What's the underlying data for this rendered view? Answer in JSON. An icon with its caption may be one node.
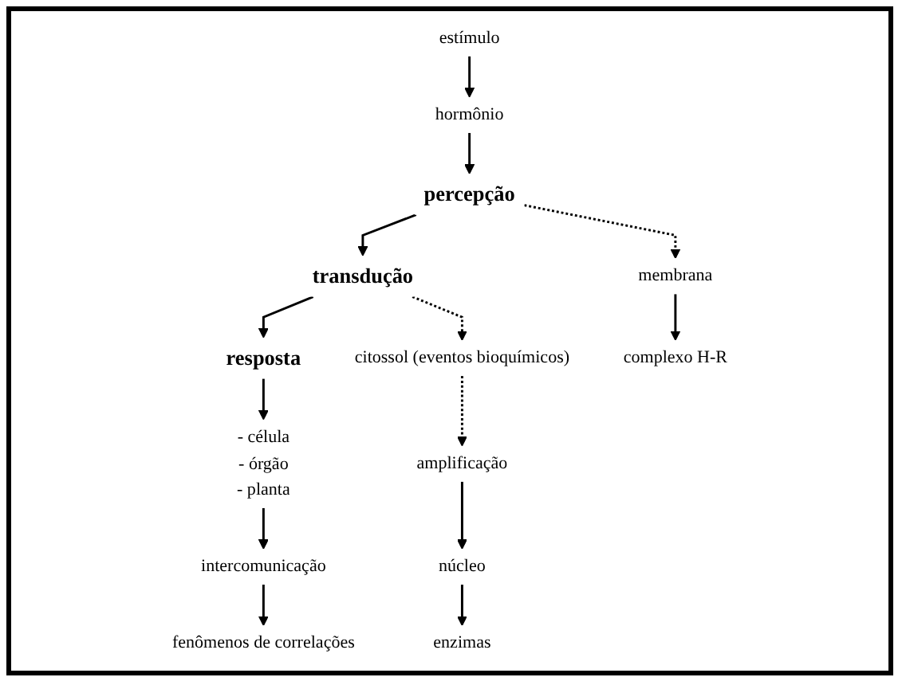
{
  "diagram": {
    "nodes": [
      {
        "text": [
          "hormônio"
        ]
      },
      {
        "text": [
          "estímulo"
        ]
      },
      {
        "text": [
          "percepção"
        ]
      },
      {
        "text": [
          "transdução"
        ]
      },
      {
        "text": [
          "resposta"
        ]
      },
      {
        "text": [
          "membrana"
        ]
      },
      {
        "text": [
          "citossol (eventos bioquímicos)"
        ]
      },
      {
        "text": [
          "- célula",
          "- órgão",
          "- planta"
        ]
      },
      {
        "text": [
          "amplificação"
        ]
      },
      {
        "text": [
          "complexo H-R"
        ]
      },
      {
        "text": [
          "núcleo"
        ]
      },
      {
        "text": [
          "intercomunicação"
        ]
      },
      {
        "text": [
          "enzimas"
        ]
      },
      {
        "text": [
          "fenômenos de correlações"
        ]
      }
    ],
    "edges": [
      {
        "from": 1,
        "to": 0,
        "arrow": "to"
      },
      {
        "from": 0,
        "to": 2,
        "arrow": "to"
      },
      {
        "from": 2,
        "to": 3,
        "arrow": "to"
      },
      {
        "from": 3,
        "to": 4,
        "arrow": "to"
      },
      {
        "from": 2,
        "to": 5,
        "arrow": "to",
        "style": "dashed"
      },
      {
        "from": 3,
        "to": 6,
        "arrow": "to",
        "style": "dashed"
      },
      {
        "from": 4,
        "to": 7,
        "arrow": "to"
      },
      {
        "from": 5,
        "to": 9,
        "arrow": "to"
      },
      {
        "from": 6,
        "to": 8,
        "arrow": "to",
        "style": "dashed"
      },
      {
        "from": 8,
        "to": 10,
        "arrow": "to"
      },
      {
        "from": 10,
        "to": 12,
        "arrow": "to"
      },
      {
        "from": 7,
        "to": 11,
        "arrow": "to"
      },
      {
        "from": 11,
        "to": 13,
        "arrow": "to"
      }
    ]
  }
}
